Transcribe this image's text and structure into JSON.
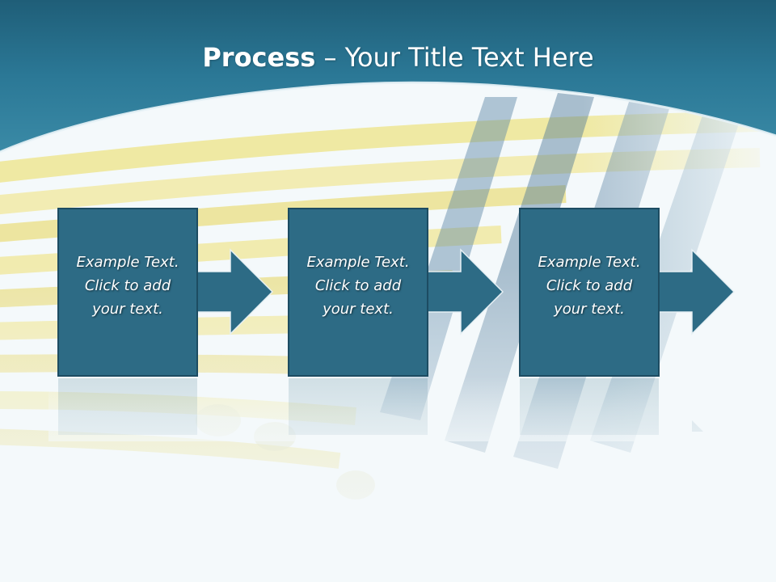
{
  "slide": {
    "title_bold": "Process",
    "title_rest": " – Your Title Text Here",
    "steps": [
      {
        "lines": [
          "Example Text.",
          "Click  to add",
          "your text."
        ]
      },
      {
        "lines": [
          "Example Text.",
          "Click  to add",
          "your text."
        ]
      },
      {
        "lines": [
          "Example Text.",
          "Click  to add",
          "your text."
        ]
      }
    ]
  },
  "colors": {
    "header": "#2a7590",
    "box_fill": "#2d6b85",
    "box_border": "#1d4c62",
    "cable_yellow": "#efe06a"
  },
  "icons": [
    "arrow-right-icon"
  ]
}
